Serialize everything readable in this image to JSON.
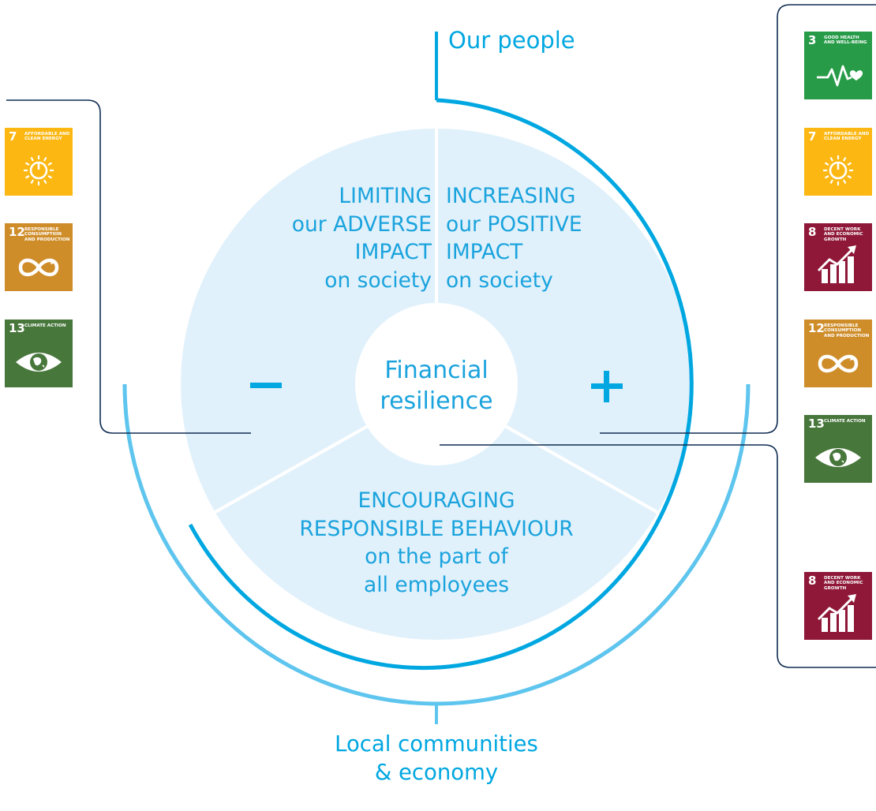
{
  "diagram": {
    "top_label": "Our people",
    "bottom_label": [
      "Local communities",
      "& economy"
    ],
    "center": [
      "Financial",
      "resilience"
    ],
    "minus_symbol": "–",
    "plus_symbol": "+",
    "sector_limiting": [
      "LIMITING",
      "our ADVERSE",
      "IMPACT",
      "on society"
    ],
    "sector_increasing": [
      "INCREASING",
      "our POSITIVE",
      "IMPACT",
      "on society"
    ],
    "sector_encouraging": [
      "ENCOURAGING",
      "RESPONSIBLE BEHAVIOUR",
      "on the part of",
      "all employees"
    ]
  },
  "colors": {
    "accent": "#00a7e1",
    "light_arc": "#5ec5ee",
    "circle_fill": "#e1f1fb",
    "connector": "#0f2d52"
  },
  "sdg_goals": {
    "left": [
      {
        "number": "7",
        "title": "AFFORDABLE AND CLEAN ENERGY",
        "color": "#fcb713",
        "icon": "sun-power-icon"
      },
      {
        "number": "12",
        "title": "RESPONSIBLE CONSUMPTION AND PRODUCTION",
        "color": "#cf8d2a",
        "icon": "infinity-loop-icon"
      },
      {
        "number": "13",
        "title": "CLIMATE ACTION",
        "color": "#48773c",
        "icon": "eye-globe-icon"
      }
    ],
    "right_top": [
      {
        "number": "3",
        "title": "GOOD HEALTH AND WELL-BEING",
        "color": "#279b48",
        "icon": "heartbeat-icon"
      },
      {
        "number": "7",
        "title": "AFFORDABLE AND CLEAN ENERGY",
        "color": "#fcb713",
        "icon": "sun-power-icon"
      },
      {
        "number": "8",
        "title": "DECENT WORK AND ECONOMIC GROWTH",
        "color": "#8f1838",
        "icon": "growth-chart-icon"
      },
      {
        "number": "12",
        "title": "RESPONSIBLE CONSUMPTION AND PRODUCTION",
        "color": "#cf8d2a",
        "icon": "infinity-loop-icon"
      }
    ],
    "right_bottom": [
      {
        "number": "13",
        "title": "CLIMATE ACTION",
        "color": "#48773c",
        "icon": "eye-globe-icon"
      },
      {
        "number": "8",
        "title": "DECENT WORK AND ECONOMIC GROWTH",
        "color": "#8f1838",
        "icon": "growth-chart-icon"
      }
    ]
  }
}
